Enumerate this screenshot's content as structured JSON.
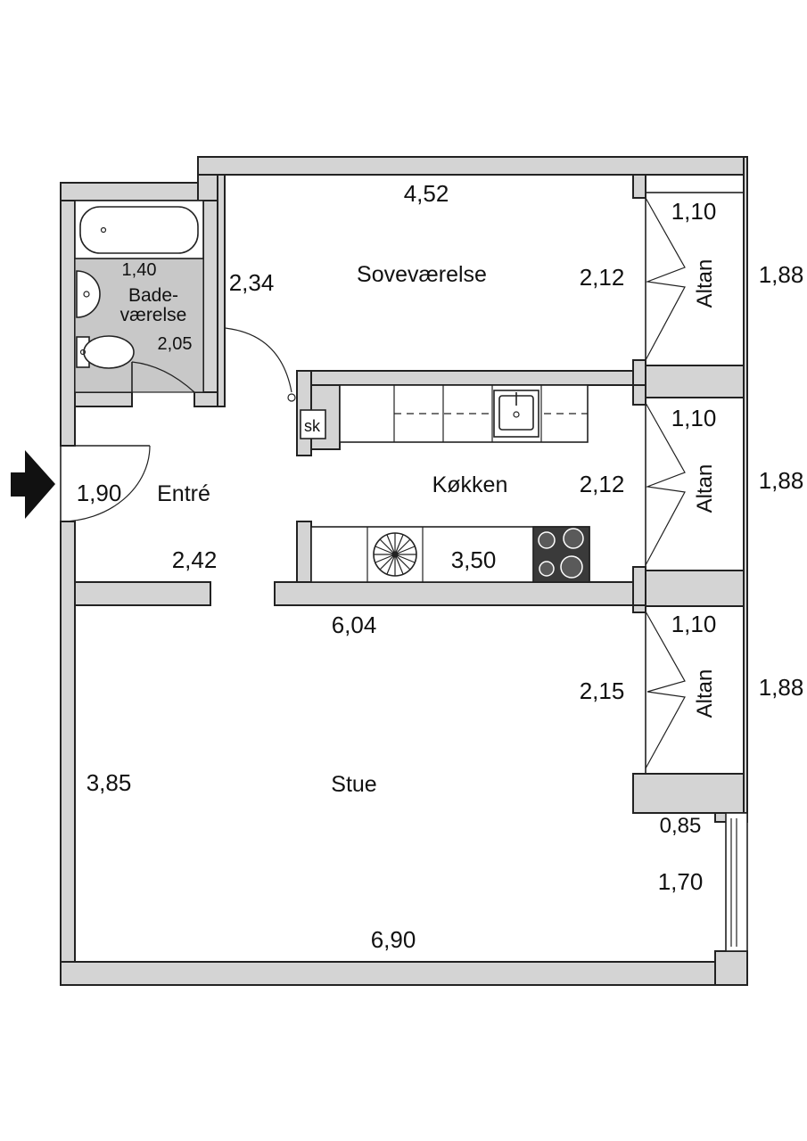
{
  "colors": {
    "wall_fill": "#d4d4d4",
    "wall_stroke": "#222222",
    "bathroom_floor": "#c8c8c8",
    "stove": "#3a3a3a"
  },
  "icons": {
    "entrance": "entrance-arrow-icon",
    "bathtub": "bathtub-icon",
    "sink": "sink-icon",
    "toilet": "toilet-icon",
    "kitchen_sink": "kitchen-sink-icon",
    "stove": "stove-icon",
    "fan": "extractor-fan-icon"
  },
  "rooms": {
    "bedroom": {
      "name": "Soveværelse",
      "width": "4,52",
      "depth": "2,34",
      "side": "2,12"
    },
    "bathroom": {
      "name_line1": "Bade-",
      "name_line2": "værelse",
      "width": "1,40",
      "depth": "2,05"
    },
    "entry": {
      "name": "Entré",
      "door": "1,90",
      "width": "2,42"
    },
    "kitchen": {
      "name": "Køkken",
      "side": "2,12",
      "counter": "3,50",
      "cabinet": "sk"
    },
    "living": {
      "name": "Stue",
      "top": "6,04",
      "height": "3,85",
      "side": "2,15",
      "bottom": "6,90",
      "window_offset": "0,85",
      "window": "1,70"
    }
  },
  "balconies": [
    {
      "name": "Altan",
      "width": "1,10",
      "length": "1,88"
    },
    {
      "name": "Altan",
      "width": "1,10",
      "length": "1,88"
    },
    {
      "name": "Altan",
      "width": "1,10",
      "length": "1,88"
    }
  ]
}
